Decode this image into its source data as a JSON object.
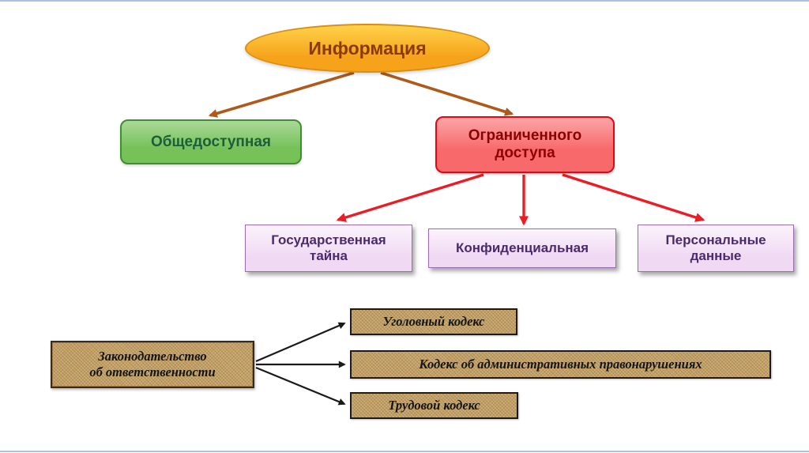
{
  "slide": {
    "root": {
      "label": "Информация"
    },
    "branches": [
      {
        "id": "public",
        "label": "Общедоступная"
      },
      {
        "id": "restricted",
        "label": "Ограниченного доступа"
      }
    ],
    "restricted_children": [
      {
        "label": "Государственная тайна"
      },
      {
        "label": "Конфиденциальная"
      },
      {
        "label": "Персональные данные"
      }
    ],
    "legislation": {
      "label": "Законодательство об ответственности",
      "lines": [
        "Законодательство",
        "об ответственности"
      ]
    },
    "codes": [
      {
        "label": "Уголовный кодекс"
      },
      {
        "label": "Кодекс об административных правонарушениях"
      },
      {
        "label": "Трудовой кодекс"
      }
    ],
    "colors": {
      "root_fill": "#f6a21b",
      "root_border": "#d98e12",
      "root_text": "#8a3b00",
      "public_fill": "#77c159",
      "public_border": "#3f8f2f",
      "public_text": "#1b5e3a",
      "restricted_fill": "#f8696b",
      "restricted_border": "#e30613",
      "restricted_text": "#8b0000",
      "lavender_fill": "#f0d9f3",
      "lavender_border": "#9b6bb3",
      "lavender_text": "#4b2a6b",
      "burlap_fill": "#c3a065",
      "arrow_brown": "#b05a1a",
      "arrow_red": "#ed1c24",
      "arrow_black": "#1a1a1a"
    }
  }
}
